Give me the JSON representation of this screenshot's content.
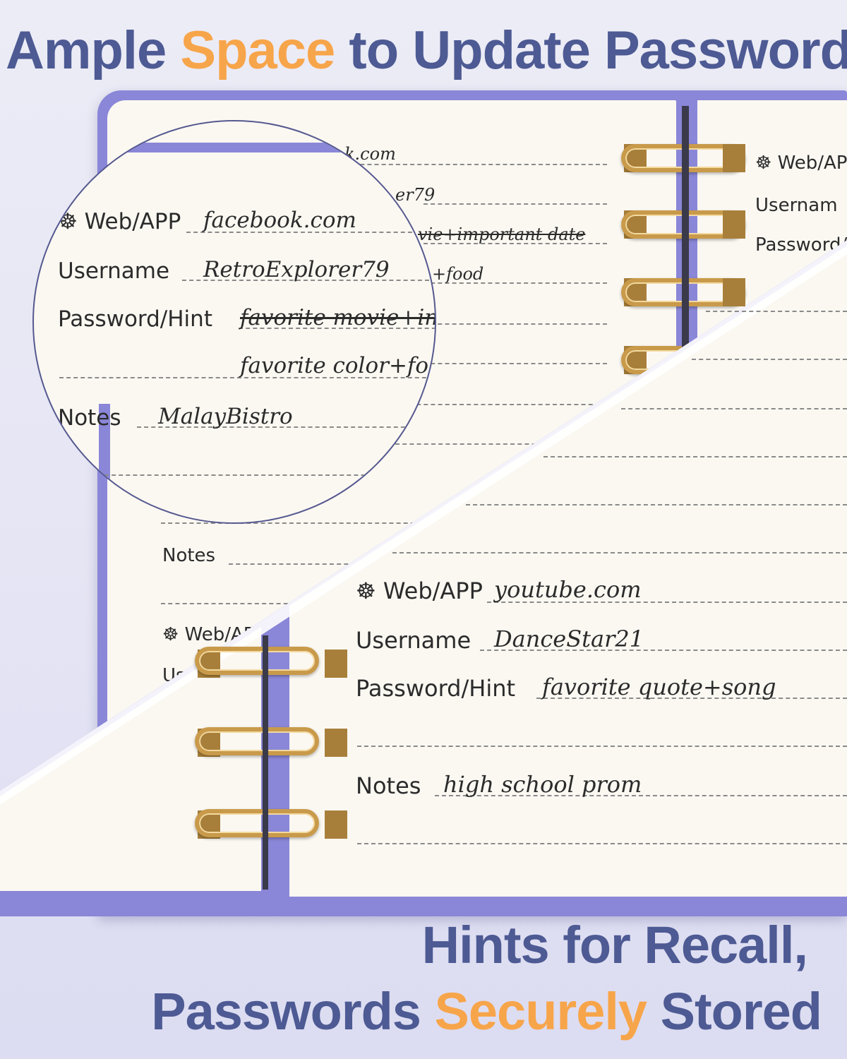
{
  "headline": {
    "part1": "Ample ",
    "accent": "Space",
    "part2": "  to Update Passwords"
  },
  "footer": {
    "line1": "Hints for Recall,",
    "line2_part1": "Passwords ",
    "line2_accent": "Securely",
    "line2_part2": " Stored"
  },
  "labels": {
    "web": "Web/APP",
    "username": "Username",
    "password": "Password/Hint",
    "notes": "Notes",
    "web_cut": "Web/APF",
    "username_cut": "Usernam",
    "password_cut": "Password/",
    "web_cut_left": "Web/APF",
    "username_cut_left": "Us"
  },
  "entry1": {
    "web": "facebook.com",
    "username": "RetroExplorer79",
    "password_struck": "favorite movie+important date",
    "password_new": "favorite color+food",
    "notes": "MalayBistro",
    "web_fragment": "k.com",
    "username_fragment": "er79",
    "password_fragment": "vie+important date",
    "password_new_fragment": "+food"
  },
  "entry2": {
    "web": "youtube.com",
    "username": "DanceStar21",
    "password": "favorite quote+song",
    "notes": "high school prom"
  },
  "colors": {
    "navy": "#4d5a93",
    "orange": "#f7a54a",
    "cover": "#8a87d8",
    "ring": "#c89a4a",
    "paper": "#fbf8f2"
  }
}
